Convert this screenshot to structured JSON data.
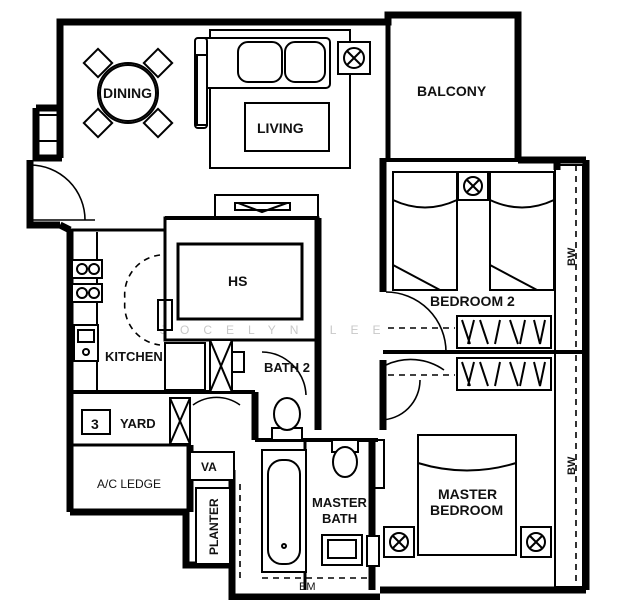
{
  "rooms": {
    "dining": "DINING",
    "living": "LIVING",
    "balcony": "BALCONY",
    "hs": "HS",
    "bedroom2": "BEDROOM 2",
    "kitchen": "KITCHEN",
    "bath2": "BATH 2",
    "yard": "YARD",
    "ac_ledge": "A/C LEDGE",
    "va": "VA",
    "planter": "PLANTER",
    "master_bath_1": "MASTER",
    "master_bath_2": "BATH",
    "master_bedroom_1": "MASTER",
    "master_bedroom_2": "BEDROOM",
    "em": "EM",
    "bw_top": "BW",
    "bw_bottom": "BW"
  },
  "yard_fixture": "3",
  "watermark": "JOCELYN LEE",
  "colors": {
    "wall": "#000000",
    "background": "#ffffff",
    "watermark": "#c8c8c8"
  },
  "icons": [
    "fan-icon",
    "door-swing-icon",
    "sofa-icon",
    "dining-set-icon",
    "bed-icon",
    "toilet-icon",
    "bathtub-icon",
    "stove-icon",
    "sink-icon",
    "wardrobe-icon"
  ]
}
